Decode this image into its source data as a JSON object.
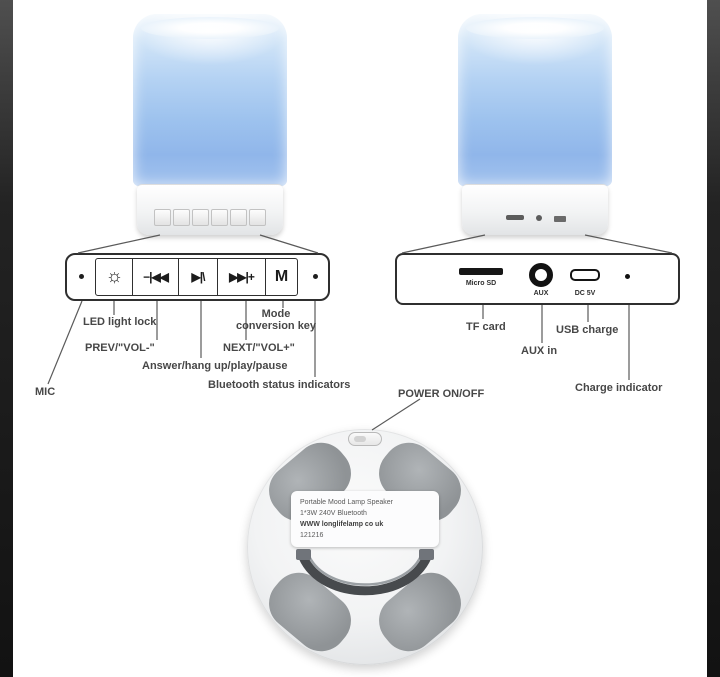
{
  "colors": {
    "accent_blue": "#a6c8ef",
    "line": "#5a5a5a",
    "label_text": "#474747",
    "pad_gray": "#8f9396"
  },
  "control_panel": {
    "keys": [
      {
        "id": "led-light",
        "glyph": "☼"
      },
      {
        "id": "prev-vol-down",
        "glyph": "−|◀◀"
      },
      {
        "id": "play-answer",
        "glyph": "▶|\\"
      },
      {
        "id": "next-vol-up",
        "glyph": "▶▶|+"
      },
      {
        "id": "mode",
        "glyph": "M"
      }
    ]
  },
  "control_labels": {
    "led": "LED light lock",
    "mode_line1": "Mode",
    "mode_line2": "conversion key",
    "prev": "PREV/\"VOL-\"",
    "next": "NEXT/\"VOL+\"",
    "answer": "Answer/hang up/play/pause",
    "mic": "MIC",
    "bluetooth": "Bluetooth status indicators"
  },
  "rear_panel": {
    "sd_port_label": "Micro SD",
    "aux_port_label": "AUX",
    "usb_port_label": "DC 5V"
  },
  "rear_labels": {
    "tf": "TF card",
    "usb": "USB charge",
    "aux": "AUX in",
    "charge": "Charge indicator"
  },
  "bottom_view": {
    "power_label": "POWER ON/OFF",
    "sticker_lines": [
      "Portable Mood Lamp Speaker",
      "1*3W 240V Bluetooth",
      "WWW longlifelamp co uk",
      "121216"
    ]
  }
}
